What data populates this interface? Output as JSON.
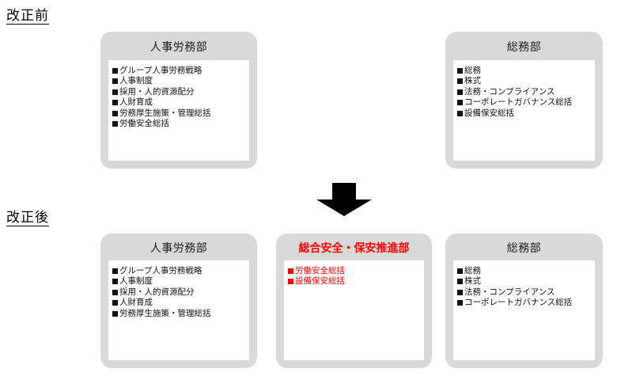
{
  "sections": {
    "before": {
      "label": "改正前"
    },
    "after": {
      "label": "改正後"
    }
  },
  "arrow": {
    "name": "down-arrow",
    "color": "#000000"
  },
  "colors": {
    "card_background": "#d9d9d9",
    "body_background": "#ffffff",
    "text": "#111111",
    "highlight": "#ff0000"
  },
  "before_org": [
    {
      "id": "hr-labor-before",
      "title": "人事労務部",
      "highlight": false,
      "items": [
        "グループ人事労務戦略",
        "人事制度",
        "採用・人的資源配分",
        "人財育成",
        "労務厚生施策・管理総括",
        "労働安全総括"
      ]
    },
    {
      "id": "general-affairs-before",
      "title": "総務部",
      "highlight": false,
      "items": [
        "総務",
        "株式",
        "法務・コンプライアンス",
        "コーポレートガバナンス総括",
        "設備保安総括"
      ]
    }
  ],
  "after_org": [
    {
      "id": "hr-labor-after",
      "title": "人事労務部",
      "highlight": false,
      "items": [
        "グループ人事労務戦略",
        "人事制度",
        "採用・人的資源配分",
        "人財育成",
        "労務厚生施策・管理総括"
      ]
    },
    {
      "id": "integrated-safety",
      "title": "総合安全・保安推進部",
      "highlight": true,
      "items": [
        "労働安全総括",
        "設備保安総括"
      ]
    },
    {
      "id": "general-affairs-after",
      "title": "総務部",
      "highlight": false,
      "items": [
        "総務",
        "株式",
        "法務・コンプライアンス",
        "コーポレートガバナンス総括"
      ]
    }
  ]
}
